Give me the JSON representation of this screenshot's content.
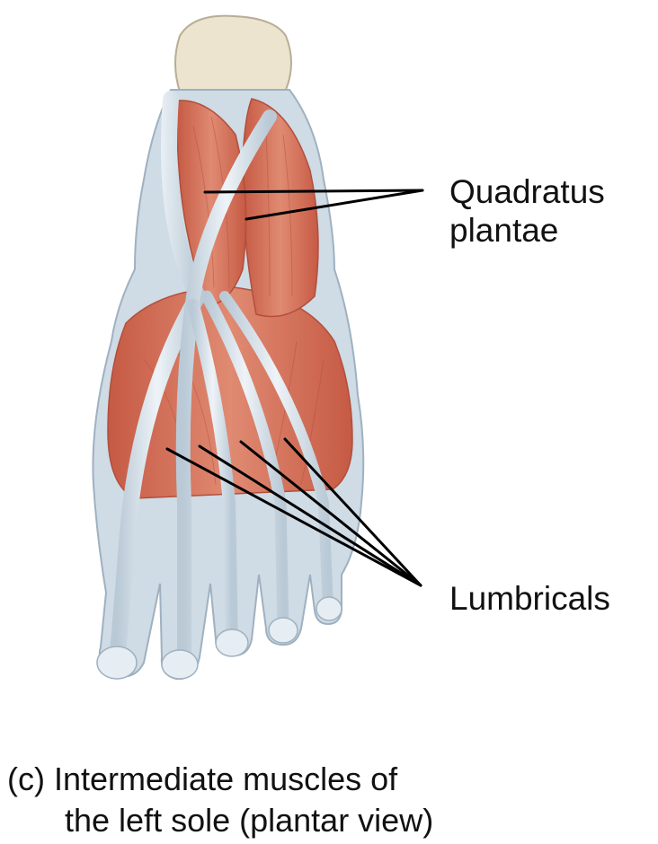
{
  "labels": {
    "quadratus_plantae": [
      "Quadratus",
      "plantae"
    ],
    "lumbricals": "Lumbricals"
  },
  "caption": {
    "line1": "(c) Intermediate muscles of",
    "line2": "the left sole (plantar view)"
  },
  "colors": {
    "muscle": "#d9735c",
    "muscle_dark": "#c65a44",
    "tendon": "#cdd9e3",
    "tendon_light": "#e6edf3",
    "bone": "#ece4cf",
    "leader_line": "#000000"
  }
}
